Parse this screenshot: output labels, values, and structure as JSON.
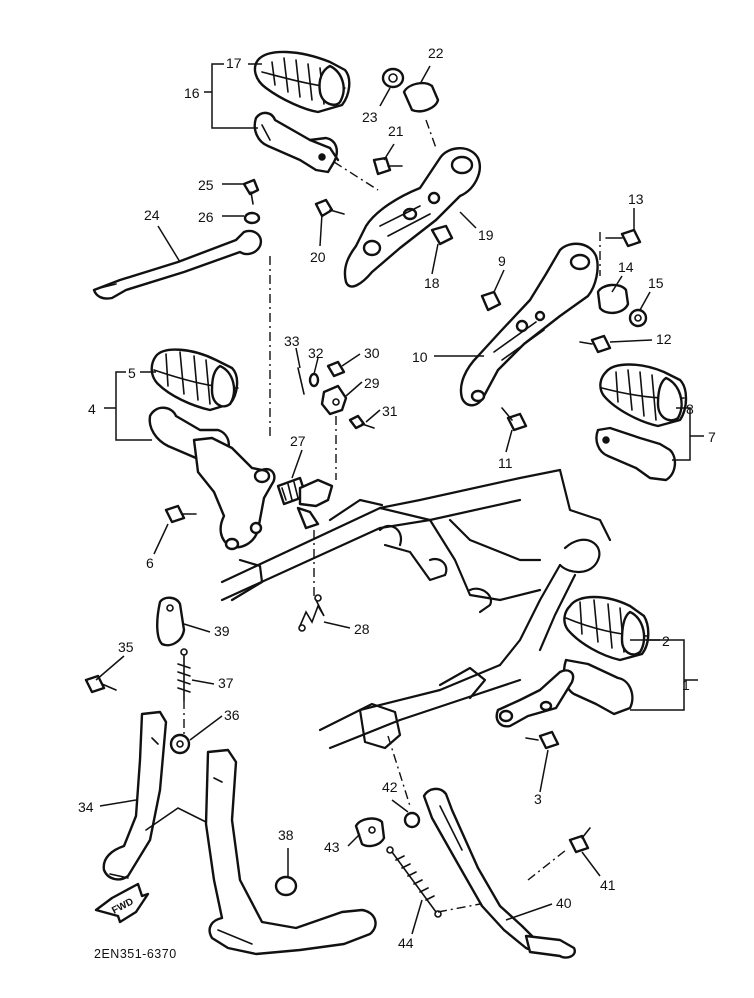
{
  "diagram": {
    "drawing_code": "2EN351-6370",
    "fwd_marker": "FWD",
    "callouts": [
      "1",
      "2",
      "3",
      "4",
      "5",
      "6",
      "7",
      "8",
      "9",
      "10",
      "11",
      "12",
      "13",
      "14",
      "15",
      "16",
      "17",
      "18",
      "19",
      "20",
      "21",
      "22",
      "23",
      "24",
      "25",
      "26",
      "27",
      "28",
      "29",
      "30",
      "31",
      "32",
      "33",
      "34",
      "35",
      "36",
      "37",
      "38",
      "39",
      "40",
      "41",
      "42",
      "43",
      "44"
    ]
  },
  "colors": {
    "ink": "#111111",
    "paper": "#ffffff"
  }
}
